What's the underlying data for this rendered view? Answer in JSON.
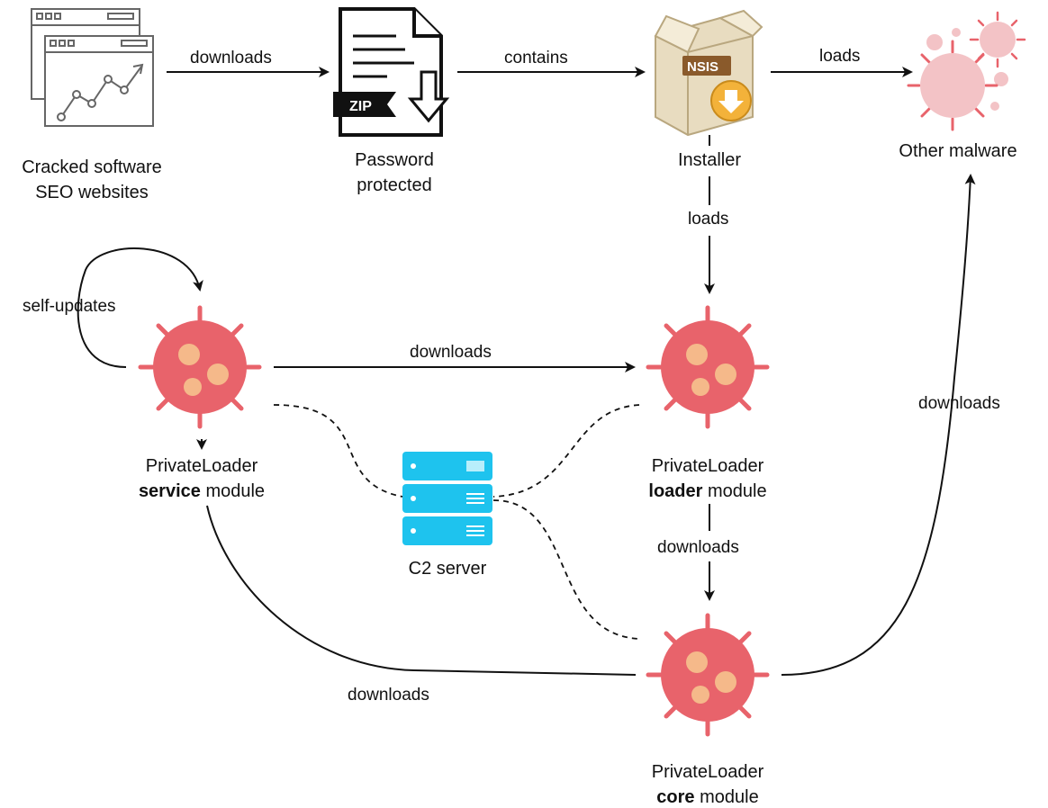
{
  "nodes": {
    "seo_websites": {
      "label_line1": "Cracked software",
      "label_line2": "SEO websites",
      "icon": "browser-chart-icon"
    },
    "zip": {
      "label_line1": "Password",
      "label_line2": "protected",
      "icon": "zip-download-icon",
      "badge": "ZIP"
    },
    "installer": {
      "label": "Installer",
      "icon": "nsis-installer-icon",
      "badge": "NSIS"
    },
    "other_malware": {
      "label": "Other malware",
      "icon": "virus-cluster-icon"
    },
    "service_module": {
      "label_line1": "PrivateLoader",
      "label_bold": "service",
      "label_rest": " module",
      "icon": "malware-icon"
    },
    "loader_module": {
      "label_line1": "PrivateLoader",
      "label_bold": "loader",
      "label_rest": " module",
      "icon": "malware-icon"
    },
    "core_module": {
      "label_line1": "PrivateLoader",
      "label_bold": "core",
      "label_rest": " module",
      "icon": "malware-icon"
    },
    "c2_server": {
      "label": "C2 server",
      "icon": "server-icon"
    }
  },
  "edges": {
    "seo_to_zip": "downloads",
    "zip_to_installer": "contains",
    "installer_to_other": "loads",
    "installer_to_loader": "loads",
    "service_self": "self-updates",
    "service_to_loader": "downloads",
    "loader_to_core": "downloads",
    "core_to_service": "downloads",
    "core_to_other": "downloads"
  },
  "colors": {
    "malware": "#e8636b",
    "malware_spots": "#f5b98a",
    "server": "#1ec3ee",
    "virus_faded": "#f3c3c6",
    "line": "#111111"
  }
}
